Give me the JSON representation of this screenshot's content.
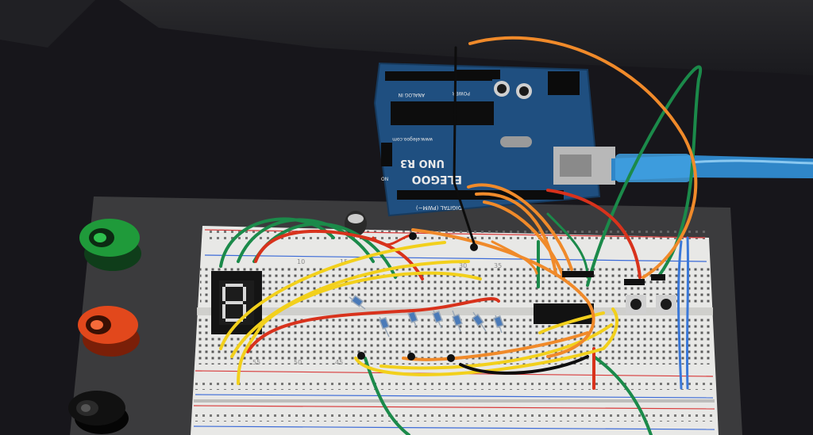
{
  "board": {
    "brand": "ELEGOO",
    "model": "UNO R3",
    "website": "www.elegoo.com",
    "label_digital": "DIGITAL (PWM~)",
    "label_analog": "ANALOG IN",
    "label_power": "POWER",
    "label_on": "ON"
  },
  "breadboard": {
    "column_numbers": [
      "10",
      "15",
      "30",
      "35",
      "55",
      "50",
      "45"
    ]
  },
  "colors": {
    "green_terminal": "#1f9a3a",
    "red_terminal": "#e2481c",
    "black_terminal": "#111111",
    "wire_yellow": "#f2d01c",
    "wire_orange": "#f08a2a",
    "wire_red": "#d8321c",
    "wire_green": "#1b8a4a",
    "wire_blue": "#3a78d8",
    "board_blue": "#1f4f80",
    "usb_cable": "#3fa0e0"
  }
}
